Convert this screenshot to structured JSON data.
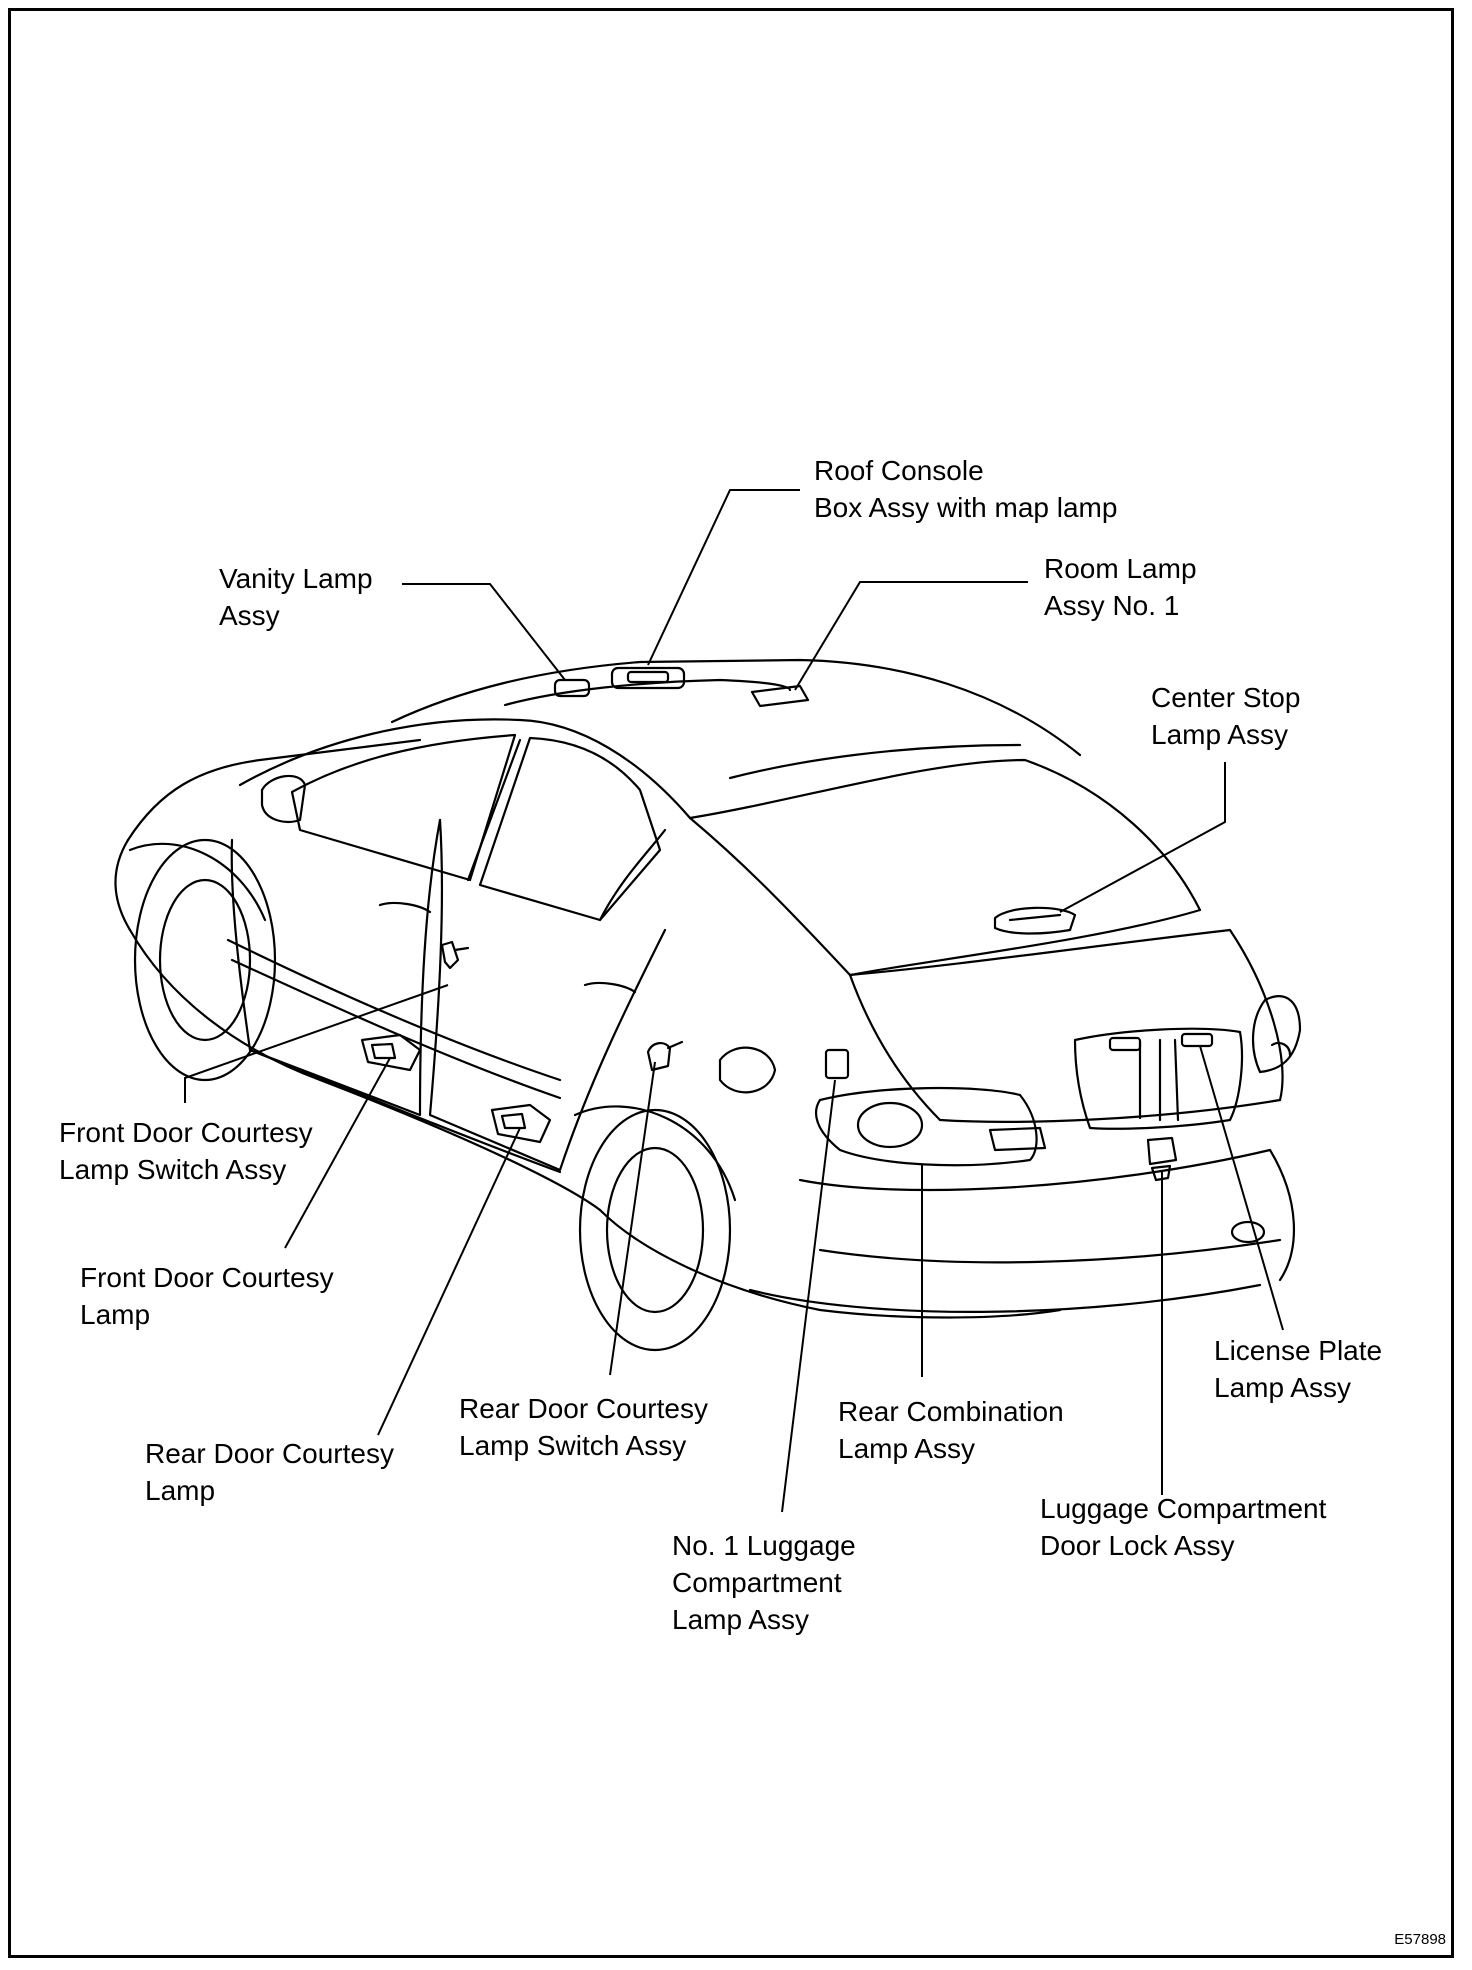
{
  "labels": {
    "roof_console": [
      "Roof Console",
      "Box Assy with map lamp"
    ],
    "vanity_lamp": [
      "Vanity  Lamp",
      "Assy"
    ],
    "room_lamp": [
      "Room Lamp",
      "Assy No. 1"
    ],
    "center_stop": [
      "Center Stop",
      "Lamp Assy"
    ],
    "front_door_switch": [
      "Front Door Courtesy",
      "Lamp Switch Assy"
    ],
    "front_door_lamp": [
      "Front Door Courtesy",
      "Lamp"
    ],
    "rear_door_lamp": [
      "Rear Door Courtesy",
      "Lamp"
    ],
    "rear_door_switch": [
      "Rear Door Courtesy",
      "Lamp Switch Assy"
    ],
    "luggage_lamp": [
      "No. 1 Luggage",
      "Compartment",
      "Lamp Assy"
    ],
    "rear_combination": [
      "Rear Combination",
      "Lamp Assy"
    ],
    "license_plate": [
      "License Plate",
      "Lamp Assy"
    ],
    "luggage_lock": [
      "Luggage Compartment",
      "Door Lock Assy"
    ]
  },
  "figure_code": "E57898"
}
